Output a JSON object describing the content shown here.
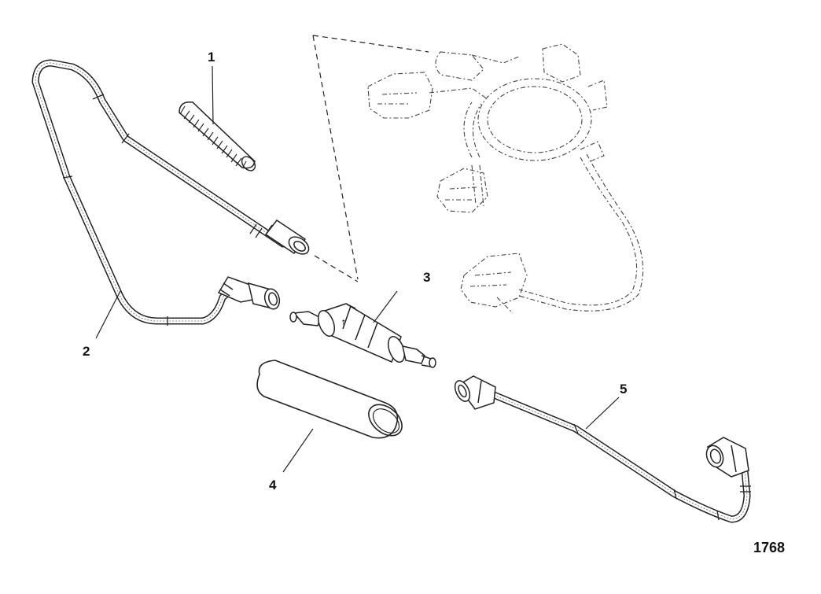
{
  "callouts": [
    {
      "id": "1",
      "label": "1"
    },
    {
      "id": "2",
      "label": "2"
    },
    {
      "id": "3",
      "label": "3"
    },
    {
      "id": "4",
      "label": "4"
    },
    {
      "id": "5",
      "label": "5"
    }
  ],
  "figure_number": "1768"
}
